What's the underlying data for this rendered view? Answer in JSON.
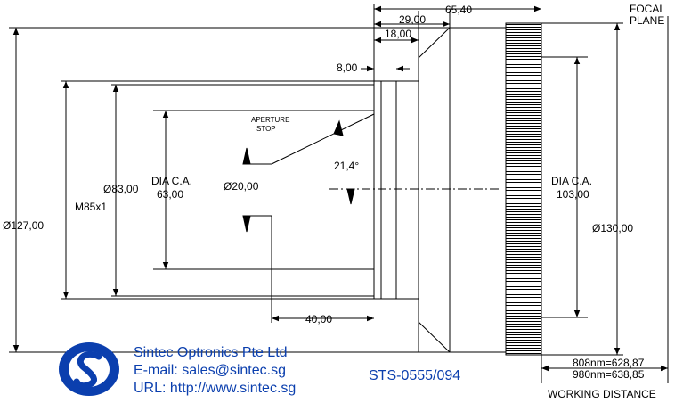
{
  "drawing": {
    "header": {
      "focal_plane_line1": "FOCAL",
      "focal_plane_line2": "PLANE"
    },
    "dimensions": {
      "d_65_40": "65,40",
      "d_29_00": "29,00",
      "d_18_00": "18,00",
      "d_8_00": "8,00",
      "aperture_label": "APERTURE",
      "aperture_label2": "STOP",
      "angle": "21,4°",
      "dia_127": "Ø127,00",
      "m85": "M85x1",
      "dia_83": "Ø83,00",
      "dia_ca_left_line1": "DIA C.A.",
      "dia_ca_left_line2": "63,00",
      "dia_20": "Ø20,00",
      "d_40_00": "40,00",
      "dia_ca_right_line1": "DIA C.A.",
      "dia_ca_right_line2": "103,00",
      "dia_130": "Ø130,00",
      "wd_808": "808nm=628,87",
      "wd_980": "980nm=638,85",
      "working_distance": "WORKING DISTANCE"
    },
    "company": {
      "name": "Sintec Optronics Pte Ltd",
      "email": "E-mail: sales@sintec.sg",
      "url": "URL: http://www.sintec.sg",
      "part_no": "STS-0555/094"
    },
    "colors": {
      "brand_blue": "#0b3fae",
      "line": "#000000"
    }
  }
}
